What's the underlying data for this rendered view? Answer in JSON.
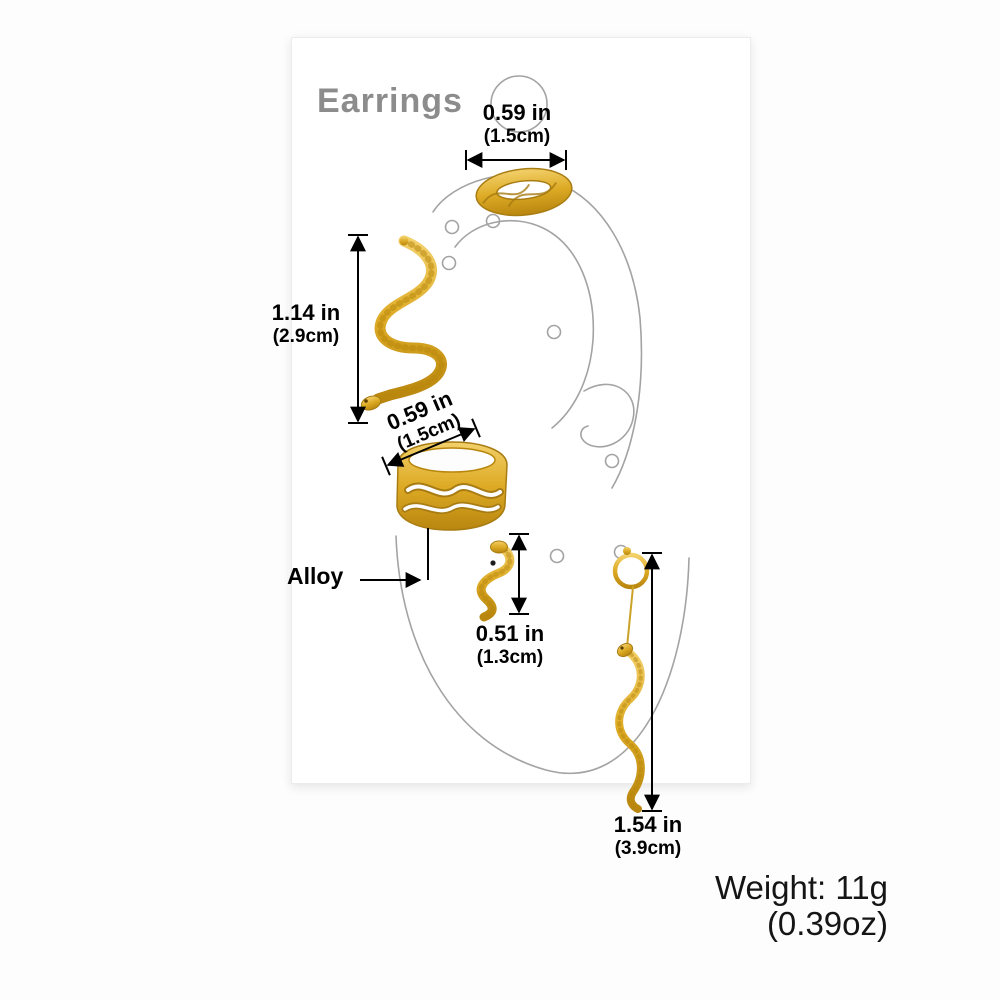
{
  "card": {
    "title": "Earrings"
  },
  "measurements": {
    "top": {
      "in": "0.59 in",
      "cm": "(1.5cm)"
    },
    "left": {
      "in": "1.14 in",
      "cm": "(2.9cm)"
    },
    "middle": {
      "in": "0.59 in",
      "cm": "(1.5cm)"
    },
    "stud": {
      "in": "0.51 in",
      "cm": "(1.3cm)"
    },
    "dangle": {
      "in": "1.54 in",
      "cm": "(3.9cm)"
    }
  },
  "labels": {
    "material": "Alloy",
    "weight": "Weight: 11g",
    "weight_oz": "(0.39oz)"
  },
  "graphics": {
    "ear_outline": "ear-diagram",
    "earrings": [
      "twist-hoop-earring",
      "snake-ear-cuff",
      "openwork-ring-cuff",
      "snake-stud-earring",
      "snake-dangle-earring"
    ]
  },
  "colors": {
    "gold_light": "#f2d06b",
    "gold": "#ddab25",
    "gold_dark": "#b9860f",
    "outline_gray": "#a3a3a3",
    "title_gray": "#8c8c8c",
    "text": "#000000"
  }
}
